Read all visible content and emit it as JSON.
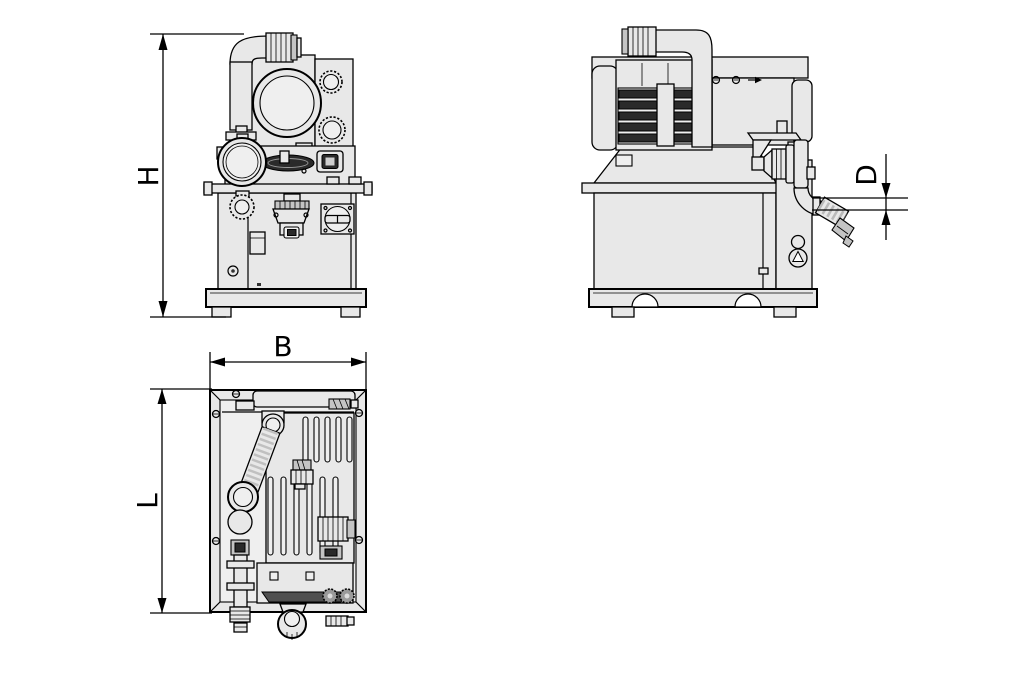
{
  "drawing": {
    "labels": {
      "height": "H",
      "width": "B",
      "length": "L",
      "outlet_offset": "D"
    },
    "colors": {
      "background": "#ffffff",
      "stroke": "#000000",
      "surface": "#e8e8e8",
      "surface-light": "#efefef",
      "surface-mid": "#c4c4c4",
      "dark": "#2a2a2a"
    }
  }
}
